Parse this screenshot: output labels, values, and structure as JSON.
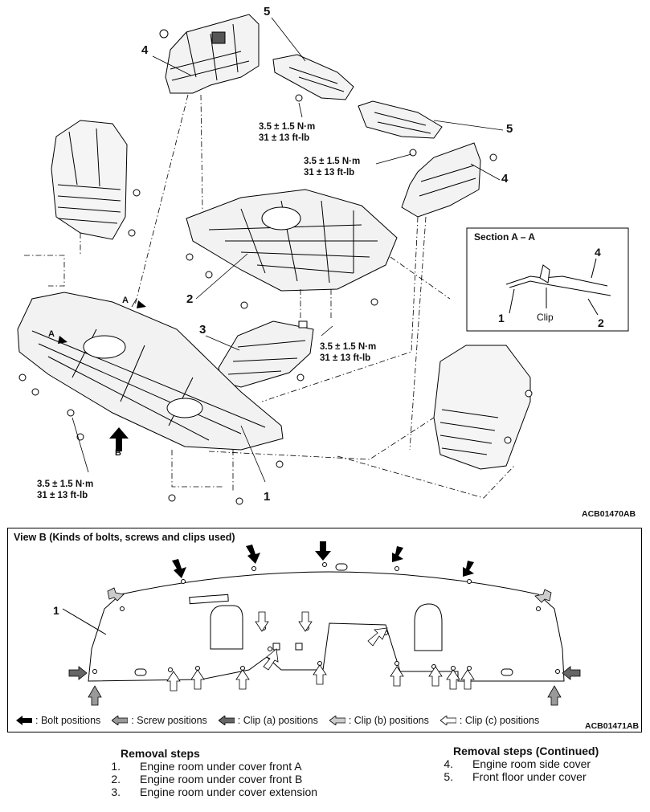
{
  "diagram": {
    "callouts": [
      "5",
      "4",
      "5",
      "4",
      "2",
      "3",
      "1"
    ],
    "torque1": [
      "3.5 ± 1.5 N·m",
      "31 ± 13 ft-lb"
    ],
    "torque2": [
      "3.5 ± 1.5 N·m",
      "31 ± 13 ft-lb"
    ],
    "torque3": [
      "3.5 ± 1.5 N·m",
      "31 ± 13 ft-lb"
    ],
    "torque4": [
      "3.5 ± 1.5 N·m",
      "31 ± 13 ft-lb"
    ],
    "view_markers": {
      "a1": "A",
      "a2": "A",
      "b": "B"
    },
    "section": {
      "title": "Section A – A",
      "label_4": "4",
      "label_1": "1",
      "label_2": "2",
      "clip": "Clip"
    },
    "code": "ACB01470AB"
  },
  "viewb": {
    "title": "View B (Kinds of bolts, screws and clips used)",
    "label_1": "1",
    "legend": [
      {
        "icon": "bolt-arrow-icon",
        "text": ": Bolt positions"
      },
      {
        "icon": "screw-arrow-icon",
        "text": ": Screw positions"
      },
      {
        "icon": "clip-a-arrow-icon",
        "text": ": Clip (a) positions"
      },
      {
        "icon": "clip-b-arrow-icon",
        "text": ": Clip (b) positions"
      },
      {
        "icon": "clip-c-arrow-icon",
        "text": ": Clip (c) positions"
      }
    ],
    "code": "ACB01471AB"
  },
  "removal": {
    "title": "Removal steps",
    "steps": [
      {
        "num": "1.",
        "text": "Engine room under cover front A"
      },
      {
        "num": "2.",
        "text": "Engine room under cover front B"
      },
      {
        "num": "3.",
        "text": "Engine room under cover extension"
      }
    ]
  },
  "removal_cont": {
    "title": "Removal steps (Continued)",
    "steps": [
      {
        "num": "4.",
        "text": "Engine room side cover"
      },
      {
        "num": "5.",
        "text": "Front floor under cover"
      }
    ]
  }
}
